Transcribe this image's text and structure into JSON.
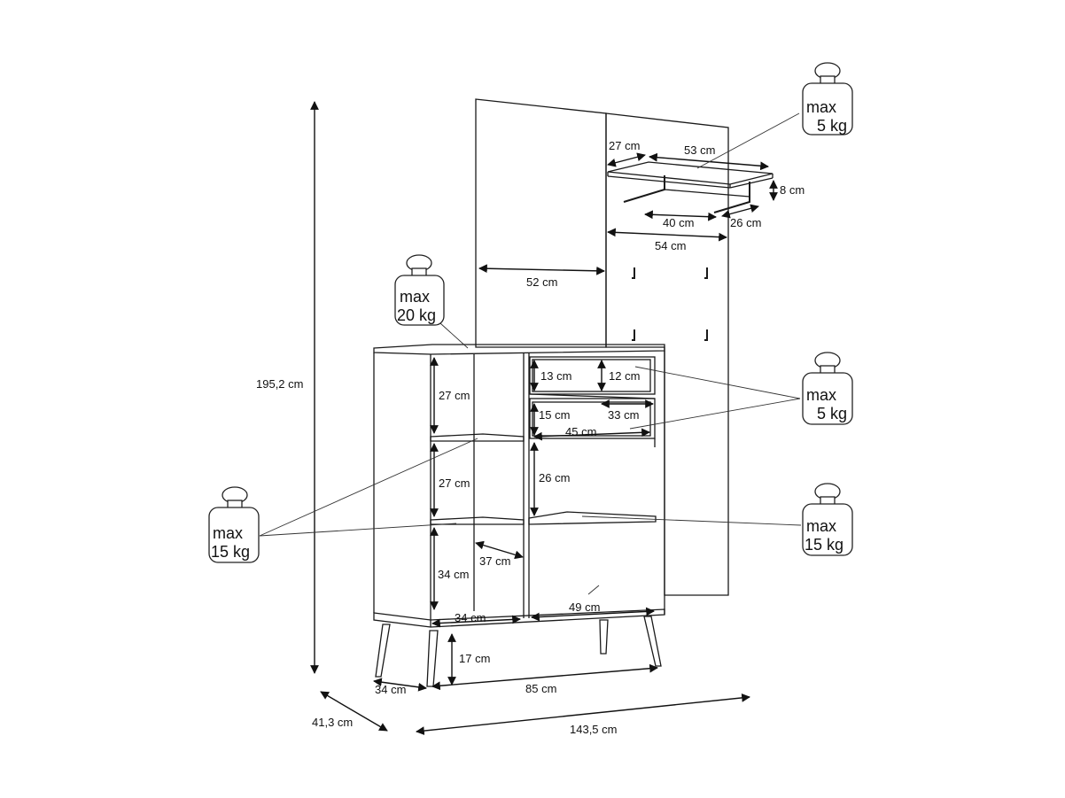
{
  "dimensions": {
    "total_height": "195,2 cm",
    "total_depth": "41,3 cm",
    "total_width": "143,5 cm",
    "panel_width": "52 cm",
    "shelf_depth": "27 cm",
    "shelf_length": "53 cm",
    "shelf_height": "8 cm",
    "rail_length": "40 cm",
    "bracket_width": "26 cm",
    "panel_right_width": "54 cm",
    "drawer1_height": "13 cm",
    "drawer1_height_right": "12 cm",
    "drawer2_height": "15 cm",
    "drawer2_depth": "33 cm",
    "drawer_width": "45 cm",
    "left_compartment_1": "27 cm",
    "left_compartment_2": "27 cm",
    "left_compartment_3": "34 cm",
    "right_compartment": "26 cm",
    "shelf_inner_depth": "37 cm",
    "bottom_left_width": "34 cm",
    "bottom_right_width": "49 cm",
    "leg_height": "17 cm",
    "cabinet_depth": "34 cm",
    "cabinet_width": "85 cm"
  },
  "weights": {
    "top_shelf": {
      "max": "max",
      "value": "5 kg"
    },
    "cabinet_top": {
      "max": "max",
      "value": "20 kg"
    },
    "drawers": {
      "max": "max",
      "value": "5 kg"
    },
    "left_shelves": {
      "max": "max",
      "value": "15 kg"
    },
    "right_shelf": {
      "max": "max",
      "value": "15 kg"
    }
  }
}
